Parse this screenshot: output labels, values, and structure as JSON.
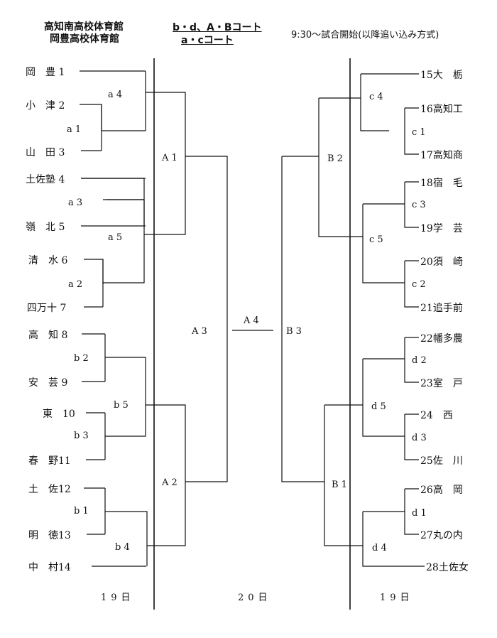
{
  "header": {
    "venue1": "高知南高校体育館",
    "venue2": "岡豊高校体育館",
    "courts1": "b・d、A・Bコート",
    "courts2": "a・cコート",
    "note": "9:30〜試合開始(以降追い込み方式)"
  },
  "teams_left": [
    "岡　豊 1",
    "小　津 2",
    "山　田 3",
    "土佐塾 4",
    "嶺　北 5",
    "清　水 6",
    "四万十 7",
    "高　知 8",
    "安　芸 9",
    "東　10",
    "春　野11",
    "土　佐12",
    "明　徳13",
    "中　村14"
  ],
  "teams_right": [
    "15大　栃",
    "16高知工",
    "17高知商",
    "18宿　毛",
    "19学　芸",
    "20須　崎",
    "21追手前",
    "22幡多農",
    "23室　戸",
    "24　西",
    "25佐　川",
    "26高　岡",
    "27丸の内",
    "28土佐女"
  ],
  "matches": {
    "a1": "a 1",
    "a2": "a 2",
    "a3": "a 3",
    "a4": "a 4",
    "a5": "a 5",
    "b1": "b 1",
    "b2": "b 2",
    "b3": "b 3",
    "b4": "b 4",
    "b5": "b 5",
    "c1": "c 1",
    "c2": "c 2",
    "c3": "c 3",
    "c4": "c 4",
    "c5": "c 5",
    "d1": "d 1",
    "d2": "d 2",
    "d3": "d 3",
    "d4": "d 4",
    "d5": "d 5",
    "A1": "A 1",
    "A2": "A 2",
    "A3": "A 3",
    "A4": "A 4",
    "B1": "B 1",
    "B2": "B 2",
    "B3": "B 3"
  },
  "days": {
    "left": "19日",
    "center": "20日",
    "right": "19日"
  }
}
